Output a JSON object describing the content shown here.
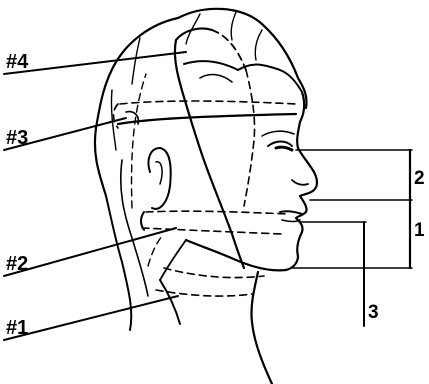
{
  "diagram": {
    "callouts": [
      {
        "id": "c4",
        "label": "#4"
      },
      {
        "id": "c3",
        "label": "#3"
      },
      {
        "id": "c2",
        "label": "#2"
      },
      {
        "id": "c1",
        "label": "#1"
      }
    ],
    "dimensions": {
      "upper": "2",
      "lower": "1",
      "vertical": "3"
    }
  }
}
